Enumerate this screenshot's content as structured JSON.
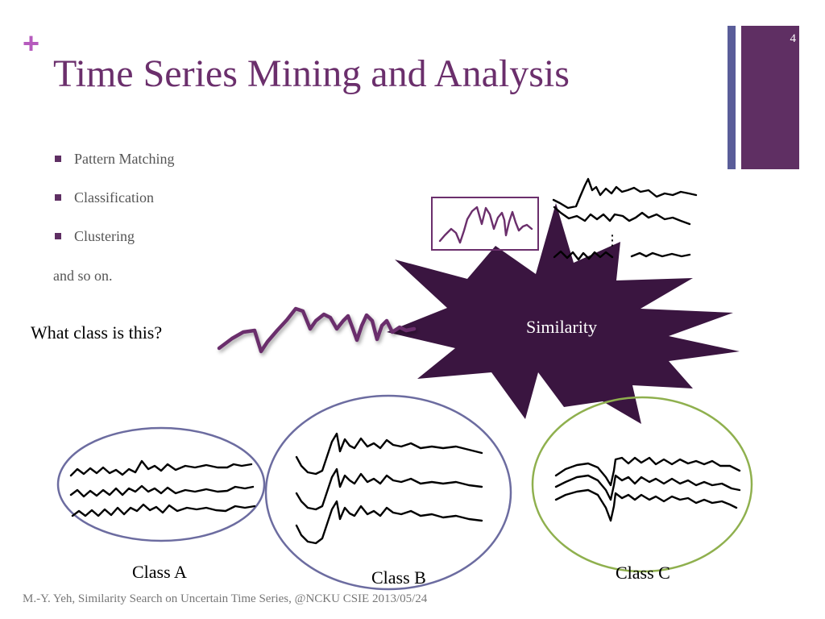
{
  "slide": {
    "plus_glyph": "+",
    "title": "Time Series Mining and Analysis",
    "slide_number": "4",
    "bullets": [
      {
        "label": "Pattern Matching"
      },
      {
        "label": "Classification"
      },
      {
        "label": "Clustering"
      }
    ],
    "tail_text": "and so on.",
    "question": "What class is this?",
    "starburst_label": "Similarity",
    "ellipsis_glyph": "⋮",
    "classes": [
      {
        "label": "Class A"
      },
      {
        "label": "Class B"
      },
      {
        "label": "Class C"
      }
    ],
    "footer": "M.-Y. Yeh, Similarity Search on Uncertain Time Series,  @NCKU CSIE 2013/05/24"
  },
  "colors": {
    "title": "#6b2f6c",
    "plus": "#b65bbd",
    "accent_bar": "#5f2f63",
    "thin_bar": "#5a5d99",
    "starburst": "#3a1540",
    "query_series": "#6b2f6c",
    "class_a_outline": "#6c6ca0",
    "class_b_outline": "#6c6ca0",
    "class_c_outline": "#8fb04e"
  },
  "icons": {
    "bullet": "square-bullet-icon"
  }
}
